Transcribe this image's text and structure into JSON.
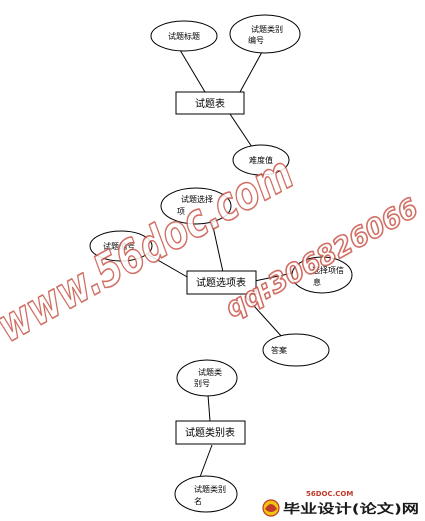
{
  "diagram": {
    "entities": {
      "question_table": "试题表",
      "option_table": "试题选项表",
      "category_table": "试题类别表"
    },
    "attributes": {
      "question_title": "试题标题",
      "category_no_line1": "试题类别",
      "category_no_line2": "编号",
      "difficulty": "难度值",
      "option_no_line1": "试题选择",
      "option_no_line2": "项",
      "question_no": "试题编号",
      "option_info_line1": "选择项信",
      "option_info_line2": "息",
      "answer": "答案",
      "cat_no_line1": "试题类",
      "cat_no_line2": "别号",
      "cat_name_line1": "试题类别",
      "cat_name_line2": "名"
    }
  },
  "watermark": {
    "site": "www.56doc.com",
    "qq": "qq:306826066",
    "logo_small": "56DOC.COM",
    "logo_text": "毕业设计(论文)网",
    "colors": {
      "outline": "#c9564a",
      "logo_red": "#c0392b"
    }
  }
}
